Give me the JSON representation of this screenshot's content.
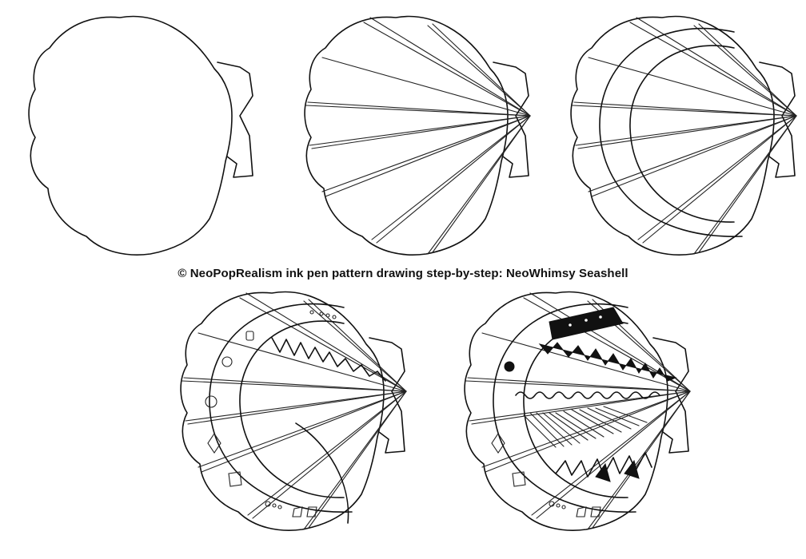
{
  "caption": "©  NeoPopRealism ink pen pattern drawing step-by-step: NeoWhimsy Seashell",
  "ink_color": "#111111",
  "background_color": "#ffffff",
  "steps": [
    {
      "name": "step-1-outline"
    },
    {
      "name": "step-2-ribs"
    },
    {
      "name": "step-3-arcs"
    },
    {
      "name": "step-4-patterns"
    },
    {
      "name": "step-5-filled"
    }
  ]
}
